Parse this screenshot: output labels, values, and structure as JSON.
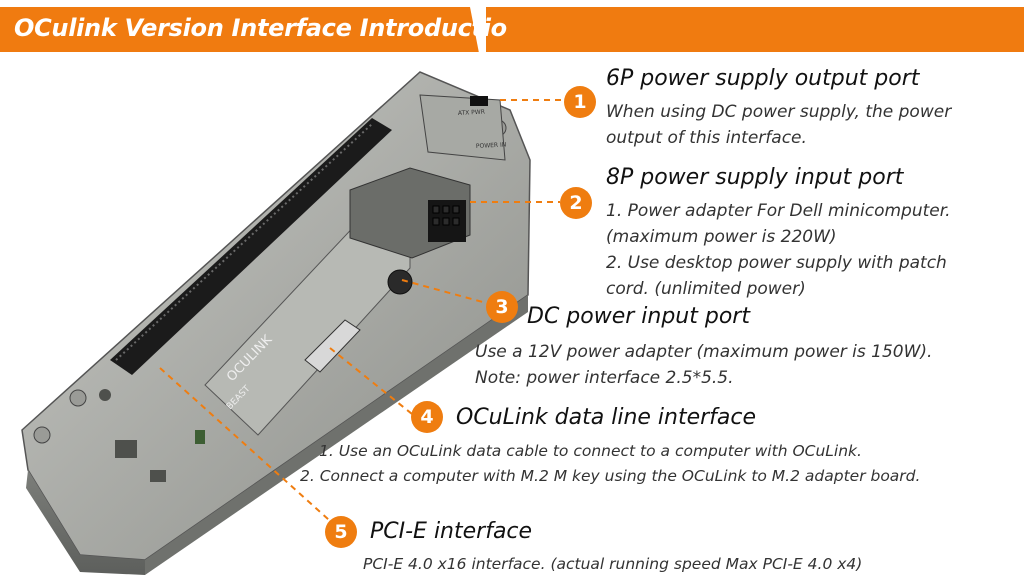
{
  "banner": {
    "title": "OCulink Version Interface Introductio"
  },
  "colors": {
    "accent": "#ef7d10",
    "case": "#8f918d"
  },
  "callouts": [
    {
      "num": "1",
      "title": "6P power supply output port",
      "lines": [
        "When using DC power supply, the power",
        "output of this interface."
      ]
    },
    {
      "num": "2",
      "title": "8P power supply input port",
      "lines": [
        "1. Power adapter For Dell minicomputer.",
        "(maximum power is 220W)",
        "2. Use desktop power supply with patch",
        "cord. (unlimited power)"
      ]
    },
    {
      "num": "3",
      "title": "DC power input port",
      "lines": [
        "Use a 12V power adapter (maximum power is 150W).",
        "Note: power interface 2.5*5.5."
      ]
    },
    {
      "num": "4",
      "title": "OCuLink data line interface",
      "lines": [
        "1. Use an OCuLink data cable to connect to a computer with OCuLink.",
        "2. Connect a computer with M.2 M key using the OCuLink to M.2 adapter board."
      ]
    },
    {
      "num": "5",
      "title": "PCI-E interface",
      "lines": [
        "PCI-E 4.0 x16 interface. (actual running speed Max PCI-E 4.0 x4)"
      ]
    }
  ],
  "device": {
    "label_main": "OCULINK",
    "label_beast": "BEAST",
    "label_power": "POWER IN",
    "label_atx": "ATX PWR"
  }
}
